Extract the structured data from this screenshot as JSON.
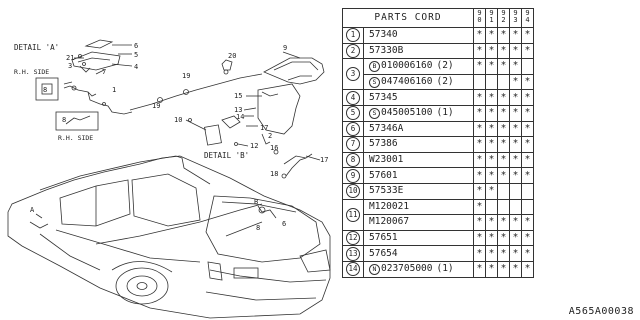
{
  "table": {
    "header": {
      "title": "PARTS CORD",
      "years": [
        "9\n0",
        "9\n1",
        "9\n2",
        "9\n3",
        "9\n4"
      ]
    },
    "rows": [
      {
        "idx": "1",
        "code": "57340",
        "prefix": "",
        "qty": "",
        "marks": [
          "*",
          "*",
          "*",
          "*",
          "*"
        ]
      },
      {
        "idx": "2",
        "code": "57330B",
        "prefix": "",
        "qty": "",
        "marks": [
          "*",
          "*",
          "*",
          "*",
          "*"
        ]
      },
      {
        "idx": "3",
        "code": "010006160",
        "prefix": "B",
        "qty": "(2)",
        "marks": [
          "*",
          "*",
          "*",
          "*",
          ""
        ]
      },
      {
        "idx": "",
        "code": "047406160",
        "prefix": "S",
        "qty": "(2)",
        "marks": [
          "",
          "",
          "",
          "*",
          "*"
        ]
      },
      {
        "idx": "4",
        "code": "57345",
        "prefix": "",
        "qty": "",
        "marks": [
          "*",
          "*",
          "*",
          "*",
          "*"
        ]
      },
      {
        "idx": "5",
        "code": "045005100",
        "prefix": "S",
        "qty": "(1)",
        "marks": [
          "*",
          "*",
          "*",
          "*",
          "*"
        ]
      },
      {
        "idx": "6",
        "code": "57346A",
        "prefix": "",
        "qty": "",
        "marks": [
          "*",
          "*",
          "*",
          "*",
          "*"
        ]
      },
      {
        "idx": "7",
        "code": "57386",
        "prefix": "",
        "qty": "",
        "marks": [
          "*",
          "*",
          "*",
          "*",
          "*"
        ]
      },
      {
        "idx": "8",
        "code": "W23001",
        "prefix": "",
        "qty": "",
        "marks": [
          "*",
          "*",
          "*",
          "*",
          "*"
        ]
      },
      {
        "idx": "9",
        "code": "57601",
        "prefix": "",
        "qty": "",
        "marks": [
          "*",
          "*",
          "*",
          "*",
          "*"
        ]
      },
      {
        "idx": "10",
        "code": "57533E",
        "prefix": "",
        "qty": "",
        "marks": [
          "*",
          "*",
          "",
          "",
          ""
        ]
      },
      {
        "idx": "11",
        "code": "M120021",
        "prefix": "",
        "qty": "",
        "marks": [
          "*",
          "",
          "",
          "",
          ""
        ]
      },
      {
        "idx": "",
        "code": "M120067",
        "prefix": "",
        "qty": "",
        "marks": [
          "*",
          "*",
          "*",
          "*",
          "*"
        ]
      },
      {
        "idx": "12",
        "code": "57651",
        "prefix": "",
        "qty": "",
        "marks": [
          "*",
          "*",
          "*",
          "*",
          "*"
        ]
      },
      {
        "idx": "13",
        "code": "57654",
        "prefix": "",
        "qty": "",
        "marks": [
          "*",
          "*",
          "*",
          "*",
          "*"
        ]
      },
      {
        "idx": "14",
        "code": "023705000",
        "prefix": "N",
        "qty": "(1)",
        "marks": [
          "*",
          "*",
          "*",
          "*",
          "*"
        ]
      }
    ]
  },
  "diagram": {
    "labels": {
      "detail_a": "DETAIL 'A'",
      "detail_b": "DETAIL 'B'",
      "rh_side_1": "R.H. SIDE",
      "rh_side_2": "R.H. SIDE",
      "a": "A",
      "b": "B",
      "n6": "6",
      "n5": "5",
      "n4": "4",
      "n21": "21",
      "n3": "3",
      "n7": "7",
      "n8": "8",
      "n1": "1",
      "n19a": "19",
      "n19b": "19",
      "n20": "20",
      "n9": "9",
      "n15": "15",
      "n13": "13",
      "n14": "14",
      "n10": "10",
      "n17a": "17",
      "n12": "12",
      "n2": "2",
      "n16": "16",
      "n17b": "17",
      "n18": "18",
      "n8b": "8",
      "n6b": "6",
      "n8c": "8"
    }
  },
  "reference_code": "A565A00038"
}
